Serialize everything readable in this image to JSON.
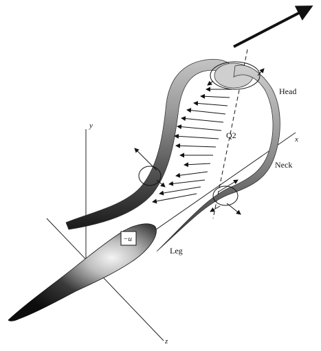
{
  "diagram": {
    "labels": {
      "head": "Head",
      "neck": "Neck",
      "leg": "Leg",
      "q2": "Q2",
      "velocity": "−u"
    },
    "axes": {
      "x": "x",
      "y": "y",
      "z": "z"
    }
  }
}
